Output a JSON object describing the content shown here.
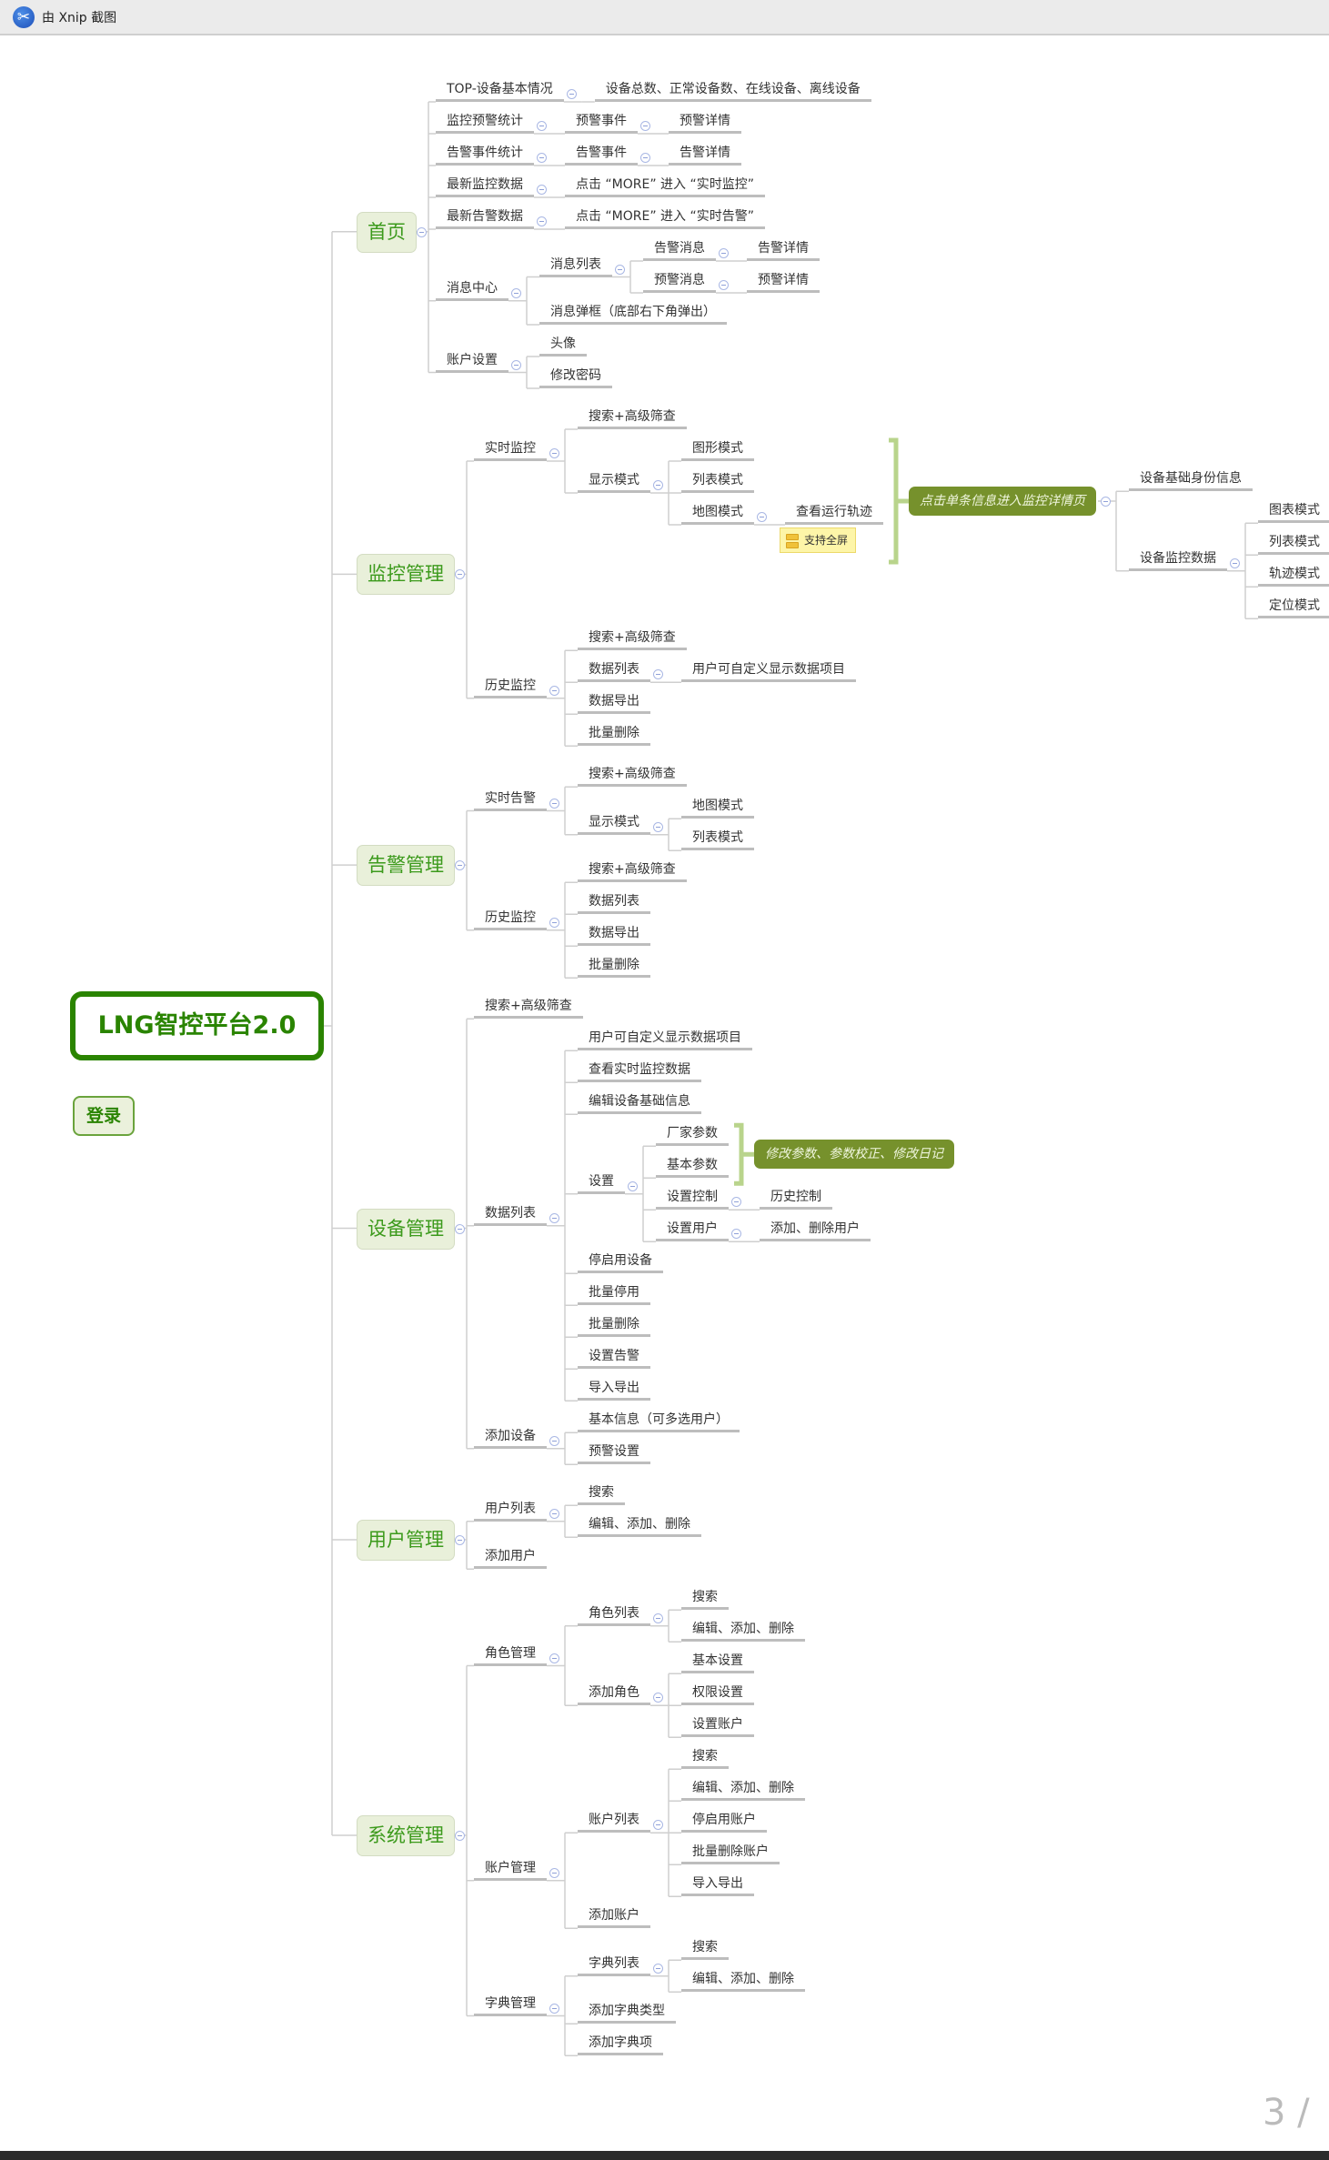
{
  "window": {
    "title": "由 Xnip 截图",
    "page_indicator": "3 /"
  },
  "root": {
    "label": "LNG智控平台2.0"
  },
  "login": {
    "label": "登录"
  },
  "colors": {
    "branch_text": "#3c9a1c",
    "root_border": "#2a8400",
    "summary_bg": "#76912c",
    "bracket": "#b9d48c"
  },
  "mindmap": [
    {
      "label": "首页",
      "children": [
        {
          "label": "TOP-设备基本情况",
          "children": [
            {
              "label": "设备总数、正常设备数、在线设备、离线设备"
            }
          ]
        },
        {
          "label": "监控预警统计",
          "children": [
            {
              "label": "预警事件",
              "children": [
                {
                  "label": "预警详情"
                }
              ]
            }
          ]
        },
        {
          "label": "告警事件统计",
          "children": [
            {
              "label": "告警事件",
              "children": [
                {
                  "label": "告警详情"
                }
              ]
            }
          ]
        },
        {
          "label": "最新监控数据",
          "children": [
            {
              "label": "点击 “MORE” 进入 “实时监控”"
            }
          ]
        },
        {
          "label": "最新告警数据",
          "children": [
            {
              "label": "点击 “MORE” 进入 “实时告警”"
            }
          ]
        },
        {
          "label": "消息中心",
          "children": [
            {
              "label": "消息列表",
              "children": [
                {
                  "label": "告警消息",
                  "children": [
                    {
                      "label": "告警详情"
                    }
                  ]
                },
                {
                  "label": "预警消息",
                  "children": [
                    {
                      "label": "预警详情"
                    }
                  ]
                }
              ]
            },
            {
              "label": "消息弹框（底部右下角弹出）"
            }
          ]
        },
        {
          "label": "账户设置",
          "children": [
            {
              "label": "头像"
            },
            {
              "label": "修改密码"
            }
          ]
        }
      ]
    },
    {
      "label": "监控管理",
      "children": [
        {
          "label": "实时监控",
          "children": [
            {
              "label": "搜索+高级筛查"
            },
            {
              "label": "显示模式",
              "children": [
                {
                  "label": "图形模式"
                },
                {
                  "label": "列表模式"
                },
                {
                  "label": "地图模式",
                  "children": [
                    {
                      "label": "查看运行轨迹",
                      "note": "支持全屏"
                    }
                  ]
                }
              ],
              "summary": {
                "label": "点击单条信息进入监控详情页",
                "covers": 3,
                "children": [
                  {
                    "label": "设备基础身份信息"
                  },
                  {
                    "label": "设备监控数据",
                    "children": [
                      {
                        "label": "图表模式"
                      },
                      {
                        "label": "列表模式"
                      },
                      {
                        "label": "轨迹模式"
                      },
                      {
                        "label": "定位模式"
                      }
                    ]
                  }
                ]
              }
            }
          ]
        },
        {
          "label": "历史监控",
          "children": [
            {
              "label": "搜索+高级筛查"
            },
            {
              "label": "数据列表",
              "children": [
                {
                  "label": "用户可自定义显示数据项目"
                }
              ]
            },
            {
              "label": "数据导出"
            },
            {
              "label": "批量删除"
            }
          ]
        }
      ]
    },
    {
      "label": "告警管理",
      "children": [
        {
          "label": "实时告警",
          "children": [
            {
              "label": "搜索+高级筛查"
            },
            {
              "label": "显示模式",
              "children": [
                {
                  "label": "地图模式"
                },
                {
                  "label": "列表模式"
                }
              ]
            }
          ]
        },
        {
          "label": "历史监控",
          "children": [
            {
              "label": "搜索+高级筛查"
            },
            {
              "label": "数据列表"
            },
            {
              "label": "数据导出"
            },
            {
              "label": "批量删除"
            }
          ]
        }
      ]
    },
    {
      "label": "设备管理",
      "children": [
        {
          "label": "搜索+高级筛查"
        },
        {
          "label": "数据列表",
          "children": [
            {
              "label": "用户可自定义显示数据项目"
            },
            {
              "label": "查看实时监控数据"
            },
            {
              "label": "编辑设备基础信息"
            },
            {
              "label": "设置",
              "children": [
                {
                  "label": "厂家参数"
                },
                {
                  "label": "基本参数"
                },
                {
                  "label": "设置控制",
                  "children": [
                    {
                      "label": "历史控制"
                    }
                  ]
                },
                {
                  "label": "设置用户",
                  "children": [
                    {
                      "label": "添加、删除用户"
                    }
                  ]
                }
              ],
              "summary": {
                "label": "修改参数、参数校正、修改日记",
                "covers": 2
              }
            },
            {
              "label": "停启用设备"
            },
            {
              "label": "批量停用"
            },
            {
              "label": "批量删除"
            },
            {
              "label": "设置告警"
            },
            {
              "label": "导入导出"
            }
          ]
        },
        {
          "label": "添加设备",
          "children": [
            {
              "label": "基本信息（可多选用户）"
            },
            {
              "label": "预警设置"
            }
          ]
        }
      ]
    },
    {
      "label": "用户管理",
      "children": [
        {
          "label": "用户列表",
          "children": [
            {
              "label": "搜索"
            },
            {
              "label": "编辑、添加、删除"
            }
          ]
        },
        {
          "label": "添加用户"
        }
      ]
    },
    {
      "label": "系统管理",
      "children": [
        {
          "label": "角色管理",
          "children": [
            {
              "label": "角色列表",
              "children": [
                {
                  "label": "搜索"
                },
                {
                  "label": "编辑、添加、删除"
                }
              ]
            },
            {
              "label": "添加角色",
              "children": [
                {
                  "label": "基本设置"
                },
                {
                  "label": "权限设置"
                },
                {
                  "label": "设置账户"
                }
              ]
            }
          ]
        },
        {
          "label": "账户管理",
          "children": [
            {
              "label": "账户列表",
              "children": [
                {
                  "label": "搜索"
                },
                {
                  "label": "编辑、添加、删除"
                },
                {
                  "label": "停启用账户"
                },
                {
                  "label": "批量删除账户"
                },
                {
                  "label": "导入导出"
                }
              ]
            },
            {
              "label": "添加账户"
            }
          ]
        },
        {
          "label": "字典管理",
          "children": [
            {
              "label": "字典列表",
              "children": [
                {
                  "label": "搜索"
                },
                {
                  "label": "编辑、添加、删除"
                }
              ]
            },
            {
              "label": "添加字典类型"
            },
            {
              "label": "添加字典项"
            }
          ]
        }
      ]
    }
  ]
}
